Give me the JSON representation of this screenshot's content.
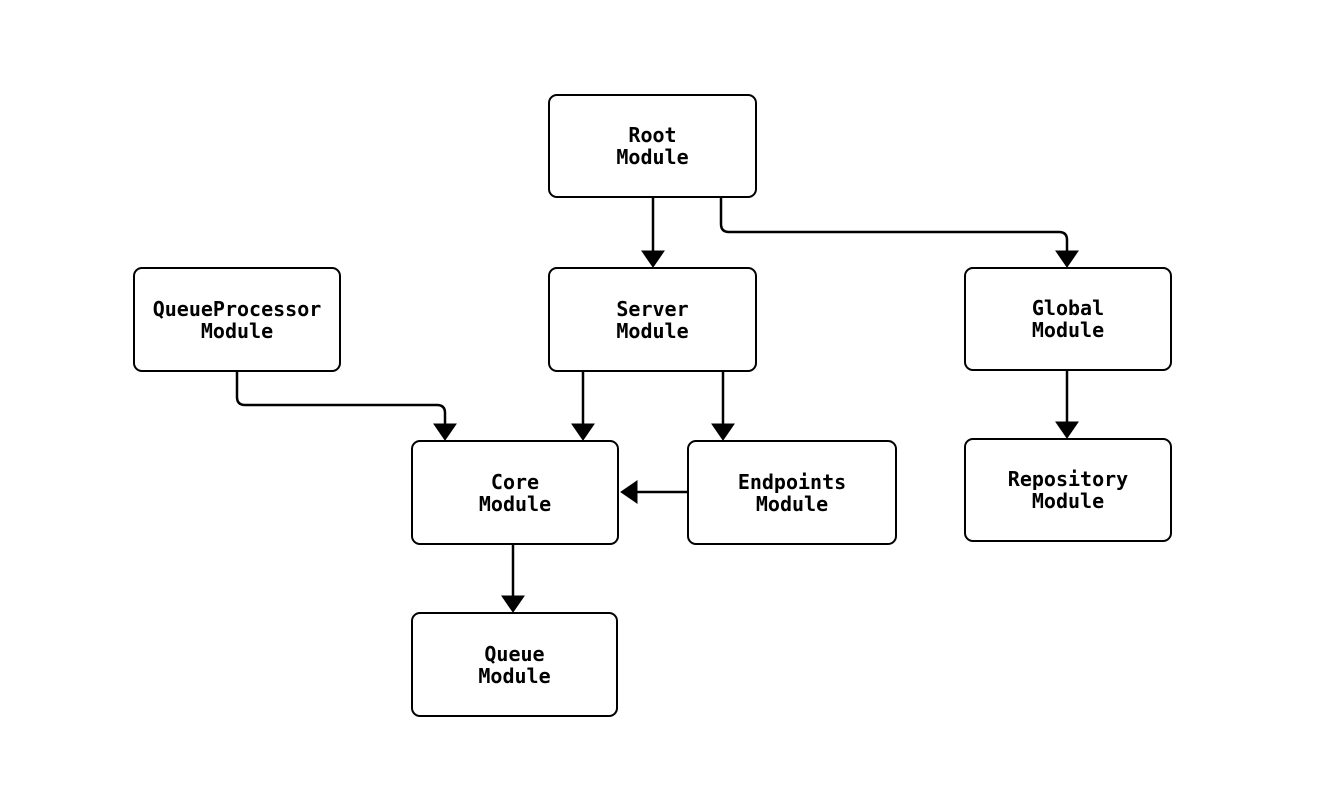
{
  "diagram": {
    "background_color": "#ffffff",
    "line_color": "#000000",
    "text_color": "#000000",
    "nodes": [
      {
        "id": "root",
        "label": "Root\nModule"
      },
      {
        "id": "queueprocessor",
        "label": "QueueProcessor\nModule"
      },
      {
        "id": "server",
        "label": "Server\nModule"
      },
      {
        "id": "global",
        "label": "Global\nModule"
      },
      {
        "id": "core",
        "label": "Core\nModule"
      },
      {
        "id": "endpoints",
        "label": "Endpoints\nModule"
      },
      {
        "id": "repository",
        "label": "Repository\nModule"
      },
      {
        "id": "queue",
        "label": "Queue\nModule"
      }
    ],
    "edges": [
      {
        "from": "root",
        "to": "server"
      },
      {
        "from": "root",
        "to": "global"
      },
      {
        "from": "queueprocessor",
        "to": "core"
      },
      {
        "from": "server",
        "to": "core"
      },
      {
        "from": "server",
        "to": "endpoints"
      },
      {
        "from": "endpoints",
        "to": "core"
      },
      {
        "from": "global",
        "to": "repository"
      },
      {
        "from": "core",
        "to": "queue"
      }
    ]
  }
}
